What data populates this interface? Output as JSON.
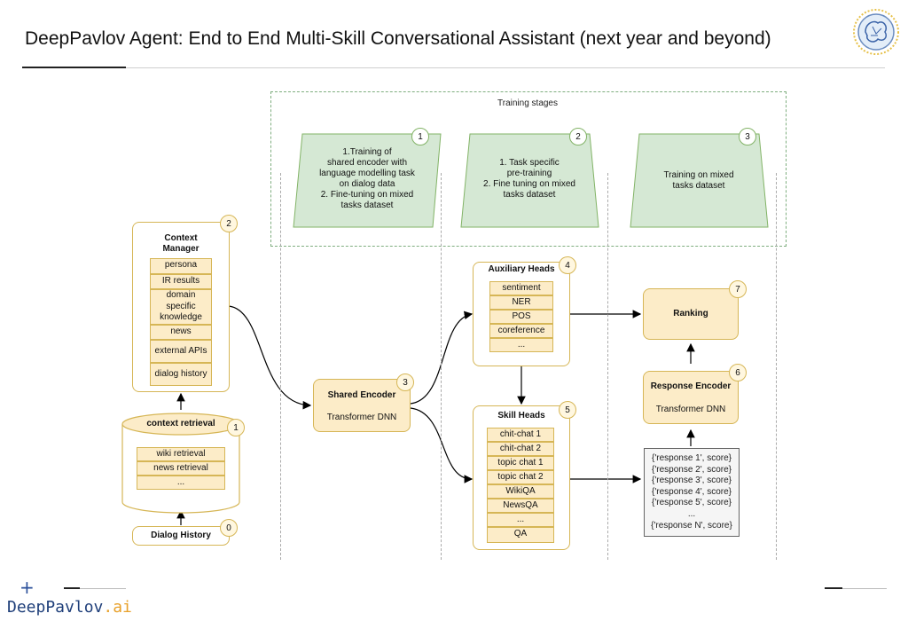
{
  "slide": {
    "title": "DeepPavlov Agent: End to End Multi-Skill Conversational Assistant (next year and beyond)",
    "footer_brand": "DeepPavlov",
    "footer_brand_suffix": ".ai",
    "plus_glyph": "+"
  },
  "diagram": {
    "training_stages_label": "Training stages",
    "stages": [
      {
        "num": "1",
        "text": "1.Training of\nshared encoder with\nlanguage modelling task\non dialog data\n2. Fine-tuning on mixed\ntasks dataset"
      },
      {
        "num": "2",
        "text": "1. Task specific\npre-training\n2. Fine tuning on mixed\ntasks dataset"
      },
      {
        "num": "3",
        "text": "Training on mixed\ntasks dataset"
      }
    ],
    "context_manager": {
      "title": "Context\nManager",
      "num": "2",
      "items": [
        "persona",
        "IR results",
        "domain\nspecific\nknowledge",
        "news",
        "external APIs",
        "dialog history"
      ]
    },
    "context_retrieval": {
      "title": "context retrieval",
      "num": "1",
      "items": [
        "wiki retrieval",
        "news retrieval",
        "..."
      ]
    },
    "dialog_history": {
      "title": "Dialog History",
      "num": "0"
    },
    "shared_encoder": {
      "title": "Shared Encoder",
      "subtitle": "Transformer DNN",
      "num": "3"
    },
    "auxiliary_heads": {
      "title": "Auxiliary Heads",
      "num": "4",
      "items": [
        "sentiment",
        "NER",
        "POS",
        "coreference",
        "..."
      ]
    },
    "skill_heads": {
      "title": "Skill Heads",
      "num": "5",
      "items": [
        "chit-chat 1",
        "chit-chat 2",
        "topic chat 1",
        "topic chat 2",
        "WikiQA",
        "NewsQA",
        "...",
        "QA"
      ]
    },
    "response_encoder": {
      "title": "Response Encoder",
      "subtitle": "Transformer DNN",
      "num": "6"
    },
    "ranking": {
      "title": "Ranking",
      "num": "7"
    },
    "responses": [
      "{'response 1', score}",
      "{'response 2', score}",
      "{'response 3', score}",
      "{'response 4', score}",
      "{'response 5', score}",
      "...",
      "{'response N', score}"
    ]
  },
  "colors": {
    "green_fill": "#d5e8d4",
    "green_stroke": "#82b366",
    "yellow_fill": "#fcecc8",
    "yellow_stroke": "#d6b656",
    "brand_blue": "#1f3f7a",
    "brand_orange": "#e8a12b"
  },
  "icons": {
    "logo": "brain-logo-icon",
    "plus": "plus-icon"
  }
}
